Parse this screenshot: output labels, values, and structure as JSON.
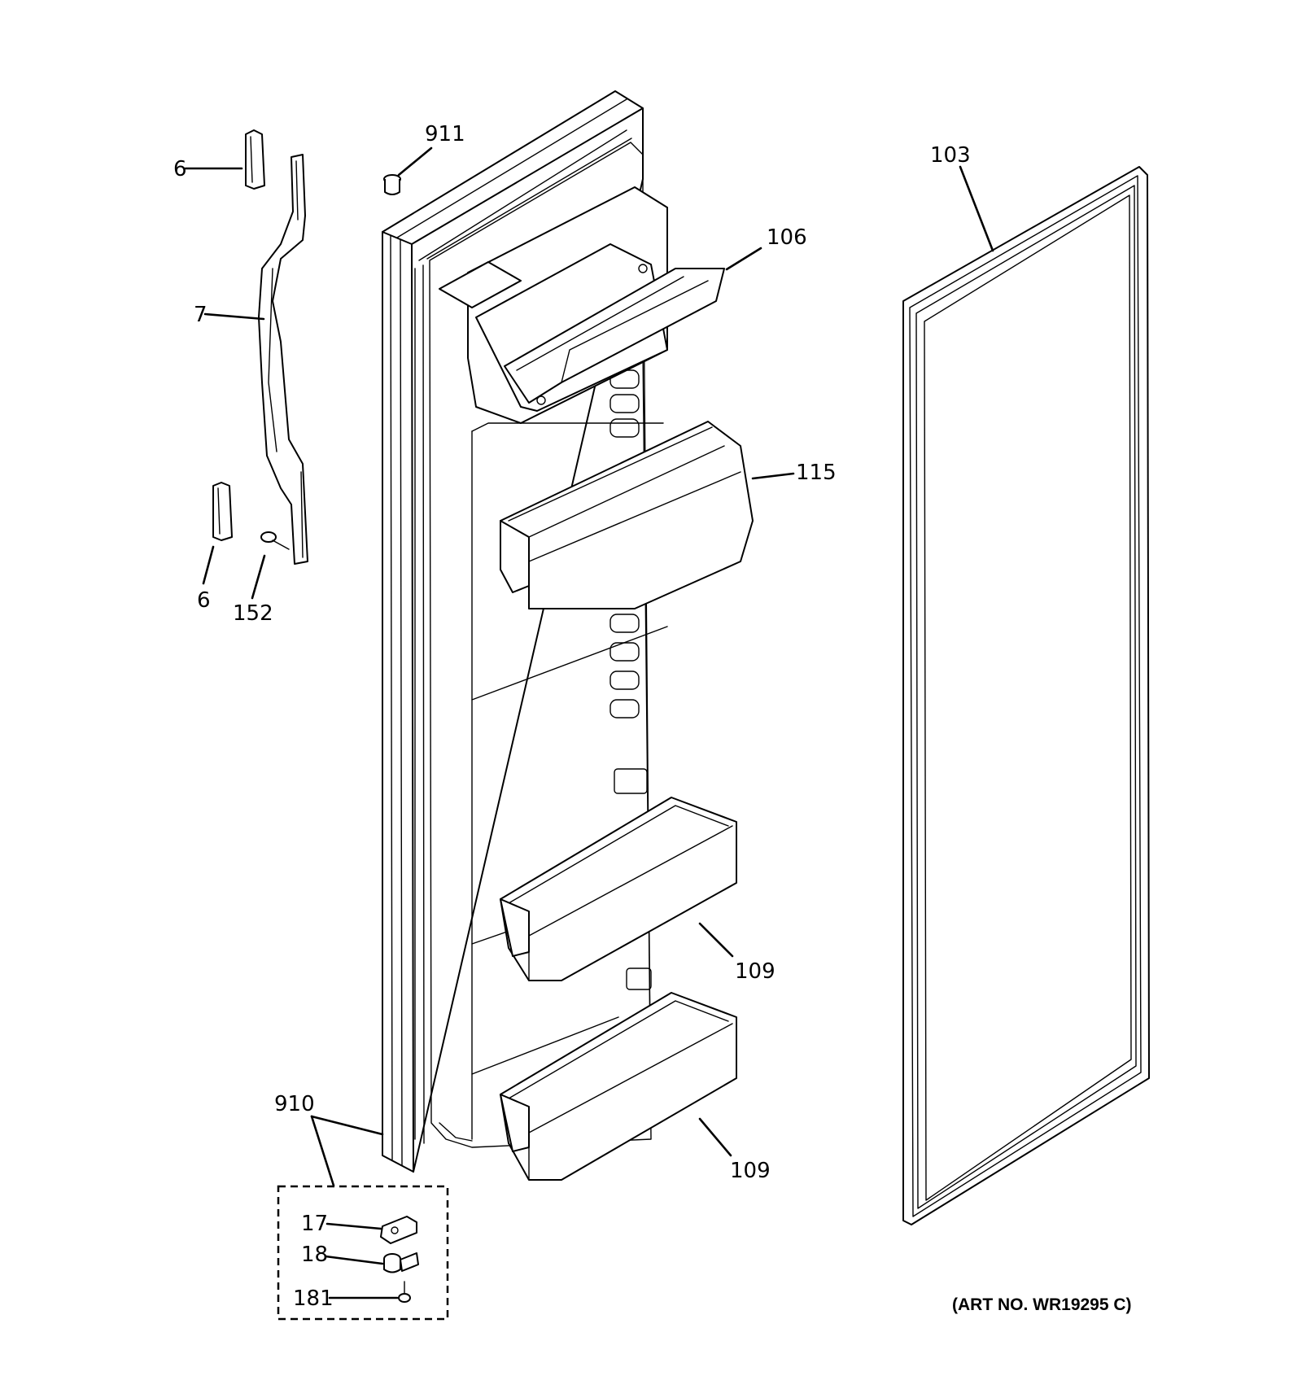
{
  "callouts": {
    "c911": "911",
    "c6a": "6",
    "c7": "7",
    "c6b": "6",
    "c152": "152",
    "c106": "106",
    "c115": "115",
    "c103": "103",
    "c109a": "109",
    "c109b": "109",
    "c910": "910",
    "c17": "17",
    "c18": "18",
    "c181": "181"
  },
  "art_number": "(ART NO. WR19295 C)"
}
